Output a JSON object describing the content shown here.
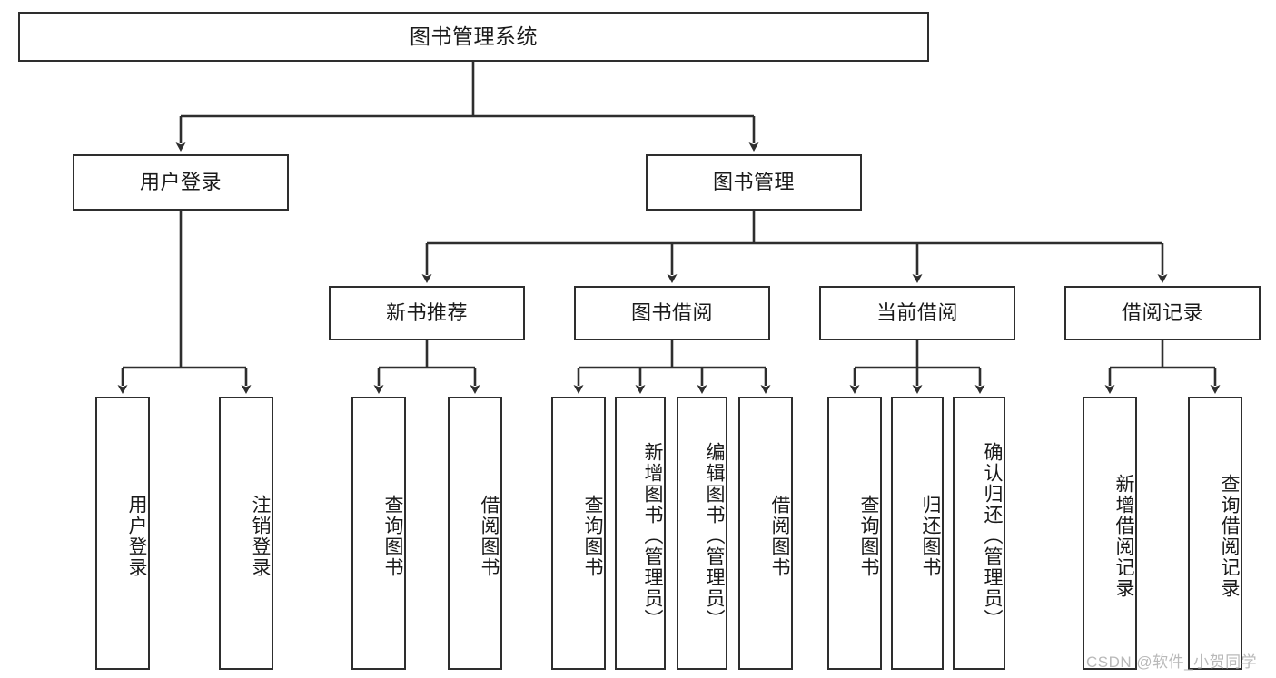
{
  "diagram": {
    "title": "图书管理系统",
    "watermark": "CSDN @软件_小贺同学",
    "levels": {
      "root": {
        "label": "图书管理系统"
      },
      "level2": [
        {
          "label": "用户登录"
        },
        {
          "label": "图书管理"
        }
      ],
      "level3": [
        {
          "label": "新书推荐"
        },
        {
          "label": "图书借阅"
        },
        {
          "label": "当前借阅"
        },
        {
          "label": "借阅记录"
        }
      ],
      "leaves": [
        {
          "label": "用户登录"
        },
        {
          "label": "注销登录"
        },
        {
          "label": "查询图书"
        },
        {
          "label": "借阅图书"
        },
        {
          "label": "查询图书"
        },
        {
          "label": "新增图书（管理员）"
        },
        {
          "label": "编辑图书（管理员）"
        },
        {
          "label": "借阅图书"
        },
        {
          "label": "查询图书"
        },
        {
          "label": "归还图书"
        },
        {
          "label": "确认归还（管理员）"
        },
        {
          "label": "新增借阅记录"
        },
        {
          "label": "查询借阅记录"
        }
      ]
    },
    "colors": {
      "stroke": "#2e2e2e",
      "fill": "#ffffff",
      "text": "#1a1a1a",
      "watermark": "#b9b9b9"
    }
  }
}
